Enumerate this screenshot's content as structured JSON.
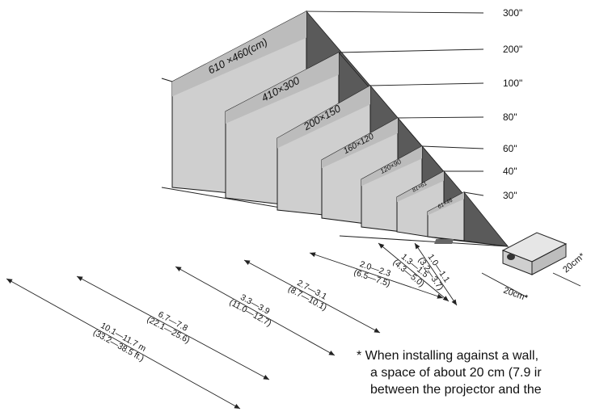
{
  "diagram": {
    "screen_sizes": [
      "300\"",
      "200\"",
      "100\"",
      "80\"",
      "60\"",
      "40\"",
      "30\""
    ],
    "screen_dimensions": [
      "610 ×460(cm)",
      "410×300",
      "200×150",
      "160×120",
      "120×90",
      "81×61",
      "61×46"
    ],
    "distances": [
      {
        "m": "1.0—1.1",
        "ft": "(3.2—3.7)"
      },
      {
        "m": "1.3—1.5",
        "ft": "(4.3—5.0)"
      },
      {
        "m": "2.0—2.3",
        "ft": "(6.5—7.5)"
      },
      {
        "m": "2.7—3.1",
        "ft": "(8.7—10.1)"
      },
      {
        "m": "3.3—3.9",
        "ft": "(11.0—12.7)"
      },
      {
        "m": "6.7—7.8",
        "ft": "(22.1—25.6)"
      },
      {
        "m": "10.1—11.7 m",
        "ft": "(33.2—38.5 ft.)"
      }
    ],
    "clearance_labels": [
      "20cm*",
      "20cm*"
    ],
    "note": {
      "line1": "* When installing against a wall,",
      "line2": "a space of about 20 cm (7.9 ir",
      "line3": "between the projector and the"
    }
  }
}
